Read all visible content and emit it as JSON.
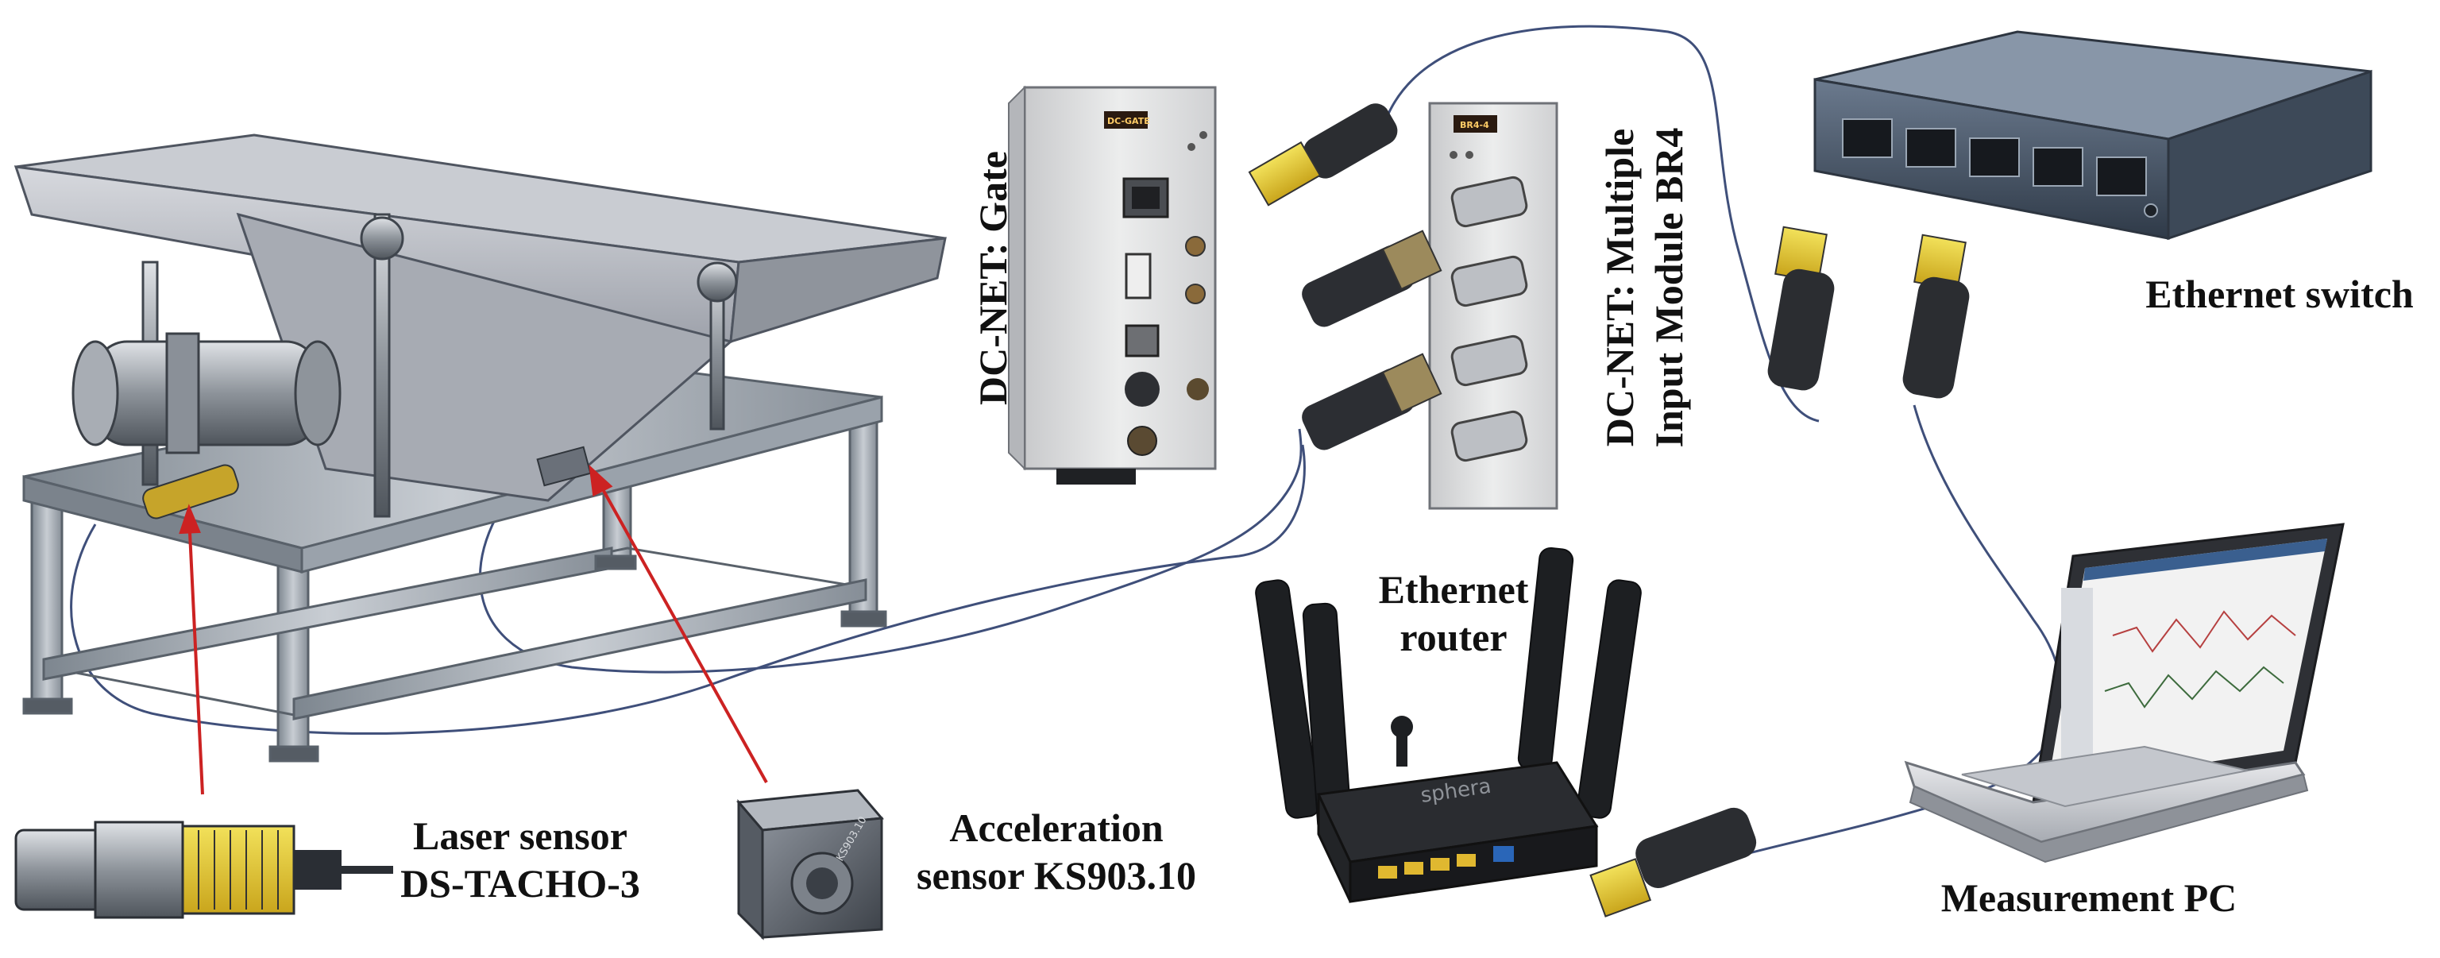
{
  "labels": {
    "gate": "DC-NET: Gate",
    "module_line1": "DC-NET: Multiple",
    "module_line2": "Input Module BR4",
    "switch": "Ethernet switch",
    "router_line1": "Ethernet",
    "router_line2": "router",
    "pc": "Measurement PC",
    "laser_line1": "Laser sensor",
    "laser_line2": "DS-TACHO-3",
    "accel_line1": "Acceleration",
    "accel_line2": "sensor KS903.10"
  },
  "device_text": {
    "gate_display": "DC-GATE",
    "module_display": "BR4-4",
    "router_brand": "sphera",
    "sensor_marking": "KS903.10"
  },
  "colors": {
    "arrow": "#cc2222",
    "cable": "#3f4f7a",
    "frame": "#9aa3ad",
    "feeder": "#b9bcc4"
  }
}
